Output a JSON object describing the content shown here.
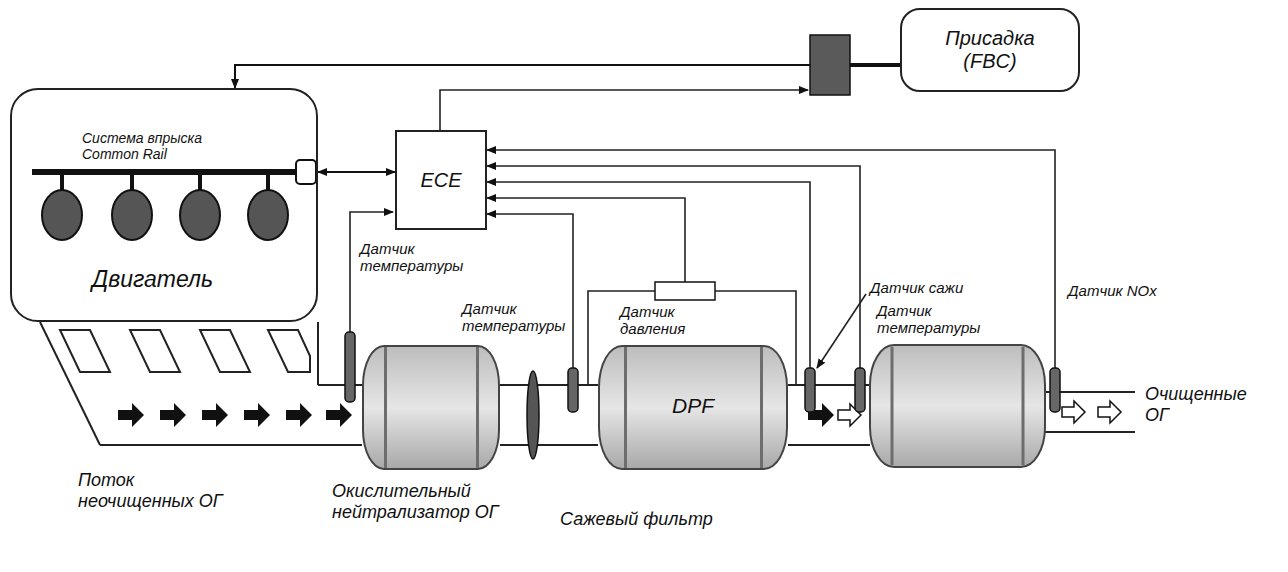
{
  "diagram": {
    "nodes": [
      {
        "text": [
          "Система впрыска Common Rail",
          "Двигатель"
        ]
      },
      {
        "text": [
          "ECE"
        ]
      },
      {
        "text": [
          "Присадка (FBC)"
        ]
      },
      {
        "text": [
          "Окислительный нейтрализатор ОГ"
        ]
      },
      {
        "text": [
          "DPF",
          "Сажевый фильтр"
        ]
      }
    ],
    "edges": [
      {
        "from": 0,
        "to": 1,
        "arrow": "both"
      },
      {
        "from": 2,
        "to": 0,
        "arrow": "to"
      }
    ],
    "labels": [
      "Датчик температуры",
      "Датчик температуры",
      "Датчик давления",
      "Датчик сажи",
      "Датчик температуры",
      "Датчик NOx",
      "Поток неочищенных ОГ",
      "Очищенные ОГ"
    ]
  }
}
